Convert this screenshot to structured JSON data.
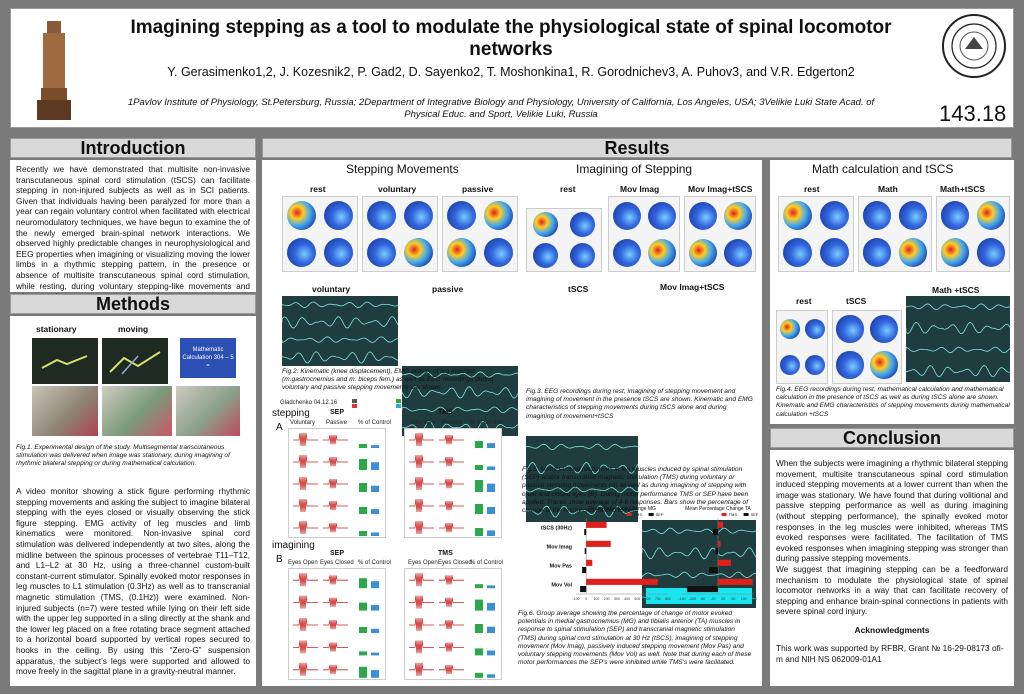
{
  "header": {
    "title_line1": "Imagining stepping as a tool to modulate the physiological state of spinal locomotor",
    "title_line2": "networks",
    "authors": "Y. Gerasimenko1,2, J. Kozesnik2, P. Gad2, D. Sayenko2, T. Moshonkina1, R. Gorodnichev3, A. Puhov3,  and V.R. Edgerton2",
    "affil_line1": "1Pavlov Institute of Physiology, St.Petersburg, Russia;  2Department of Integrative Biology and Physiology, University of California, Los Angeles, USA; 3Velikie Luki State Acad. of",
    "affil_line2": "Physical Educ. and  Sport, Velikie Luki, Russia",
    "poster_number": "143.18"
  },
  "intro": {
    "heading": "Introduction",
    "text": "Recently we have demonstrated that multisite non-invasive transcutaneous spinal cord stimulation (tSCS) can facilitate stepping in non-injured subjects as well as in SCI patients. Given that individuals having been paralyzed for more than a year can regain voluntary control when facilitated with electrical neuromodulatory techniques, we have begun to examine the of the newly emerged brain-spinal network interactions. We observed highly predictable changes in neurophysiological and EEG properties when imagining or visualizing moving the lower limbs in a rhythmic stepping pattern, in the presence or absence of multisite transcutaneous spinal cord stimulation, while resting, during voluntary stepping-like movements and when passive movements are imposed."
  },
  "methods": {
    "heading": "Methods",
    "label_stationary": "stationary",
    "label_moving": "moving",
    "calc_box": "Mathematic Calculation 304 – 5 =",
    "fig1_caption": "Fig.1. Experimental design of the study.  Multisegmental transcutaneous stimulation was delivered when image was stationary, during imagining of rhythmic bilateral stepping  or during mathematical calculation.",
    "text": "A video monitor showing a stick figure performing rhythmic stepping movements and asking the subject to imagine bilateral stepping with the eyes closed or visually observing the stick figure stepping. EMG activity of leg muscles and limb kinematics were monitored. Non-invasive spinal cord stimulation was delivered independently at two sites, along the midline between the spinous processes of vertebrae T11–T12, and L1–L2 at 30 Hz, using a three-channel custom-built constant-current stimulator. Spinally evoked motor responses in leg muscles to L1 stimulation (0.3Hz) as well as to transcranial magnetic stimulation (TMS, (0.1Hz)) were examined. Non-injured subjects (n=7) were tested while lying on their left side with the upper leg supported in a sling directly at the shank and the lower leg placed on a free rotating brace segment attached to a horizontal board supported by vertical ropes secured to hooks in the ceiling. By using this “Zero-G” suspension apparatus, the subject’s legs were supported and allowed to move freely in the sagittal plane in a gravity-neutral manner."
  },
  "results": {
    "heading": "Results",
    "stepping_title": "Stepping Movements",
    "stepping_labels": [
      "rest",
      "voluntary",
      "passive"
    ],
    "imag_title": "Imagining of Stepping",
    "imag_labels": [
      "rest",
      "Mov Imag",
      "Mov Imag+tSCS"
    ],
    "math_title": "Math calculation and tSCS",
    "math_labels": [
      "rest",
      "Math",
      "Math+tSCS"
    ],
    "fig2_labels": [
      "voluntary",
      "passive"
    ],
    "fig3_labels": [
      "tSCS",
      "Mov Imag+tSCS"
    ],
    "fig4_labels": [
      "rest",
      "tSCS",
      "Math +tSCS"
    ],
    "fig2_caption": "Fig.2. Kinematic (knee displacement), EMG activity of leg muscles (m.gastrocnemius and  m. biceps fem.) as well as EEG recordings during voluntary  and passive stepping movements are shown.",
    "fig3_caption": "Fig.3. EEG recordings during rest, imagining of stepping movement and imagining of movement in the presence tSCS are shown. Kinematic and EMG characteristics of stepping movements during tSCS alone and during imagining of movement+tSCS",
    "fig4_caption": "Fig.4.  EEG recordings during rest, mathematical calculation and mathematical calculation in the presence of tSCS as well as during tSCS alone are shown. Kinematic and EMG characteristics of stepping movements during mathematical calculation +tSCS",
    "fig5_caption": "Fig.5. Motor evoked responses in leg muscles induced by spinal stimulation (SEP) and/or transcranial magnetic stimulation (TMS) during voluntary or passive stepping movements (A) as well as during imagining of stepping with open and closed eyes (B). During motor performance TMS or SEP have been applied. Traces show average of 4-6 responses. Bars show the percentage of change of  the responses related to rest.",
    "fig6_caption": "Fig.6. Group average showing the percentage of change of motor evoked potentials in medial gastrocnemius (MG) and tibialis anterior (TA) muscles in response to spinal stimulation (SEP) and transcranial magnetic stimulation (TMS) during spinal cord stimulation at 30 Hz (tSCS), imagining of stepping movement (Mov Imag), passively induced stepping movement (Mov Pas) and voluntary stepping movements (Mov Vol) as well. Note that during each of these motor performances the SEP's were inhibited while TMS's were facilitated.",
    "fig5_header": "Gladchenko  04.12.16",
    "fig5_stepping": "stepping",
    "fig5_imagining": "imagining",
    "fig5_A": "A",
    "fig5_B": "B",
    "fig5_SEP": "SEP",
    "fig5_TMS": "TMS",
    "fig5_colsA": [
      "Voluntary",
      "Passive",
      "% of Control"
    ],
    "fig5_colsB": [
      "Eyes Open",
      "Eyes Closed",
      "% of Control"
    ]
  },
  "chart_data": [
    {
      "type": "bar",
      "title": "Mean Percentage Change MG",
      "categories": [
        "tSCS (30Hz)",
        "Mov Imag",
        "Mov Pas",
        "Mov Vol"
      ],
      "series": [
        {
          "name": "TMS",
          "values": [
            200,
            240,
            60,
            700
          ]
        },
        {
          "name": "SEP",
          "values": [
            -20,
            -15,
            -40,
            -60
          ]
        }
      ],
      "xlim": [
        -100,
        800
      ],
      "xticks": [
        "-100",
        "0",
        "100",
        "200",
        "300",
        "400",
        "500",
        "600",
        "700",
        "800"
      ],
      "colors": {
        "TMS": "#e0201b",
        "SEP": "#111111"
      }
    },
    {
      "type": "bar",
      "title": "Mean Percentage Change TA",
      "categories": [
        "tSCS (30Hz)",
        "Mov Imag",
        "Mov Pas",
        "Mov Vol"
      ],
      "series": [
        {
          "name": "TMS",
          "values": [
            20,
            10,
            50,
            135
          ]
        },
        {
          "name": "SEP",
          "values": [
            -20,
            -10,
            -35,
            -120
          ]
        }
      ],
      "xlim": [
        -140,
        140
      ],
      "xticks": [
        "-140",
        "-120",
        "-100",
        "-80",
        "-60",
        "-40",
        "-20",
        "0",
        "20",
        "40",
        "60",
        "80",
        "100",
        "120",
        "140"
      ],
      "colors": {
        "TMS": "#e0201b",
        "SEP": "#111111"
      }
    }
  ],
  "conclusion": {
    "heading": "Conclusion",
    "p1": "When the subjects were imagining a rhythmic bilateral stepping movement, multisite transcutaneous spinal cord stimulation induced stepping movements at a lower current than when the image was stationary. We have found that during volitional and passive stepping performance as well as during imagining (without stepping performance), the spinally evoked motor responses in the leg muscles were inhibited, whereas TMS evoked responses were facilitated. The facilitation of TMS evoked responses when imagining stepping was stronger than during passive stepping movements.",
    "p2": "We suggest that imagining stepping can be a feedforward mechanism to modulate the physiological state of spinal locomotor networks in a way that can facilitate recovery of stepping and enhance brain-spinal connections in patients with severe spinal cord injury.",
    "ack_heading": "Acknowledgments",
    "ack_text": "This work was supported by RFBR, Grant № 16-29-08173 ofi-m and NIH NS 062009-01A1"
  }
}
